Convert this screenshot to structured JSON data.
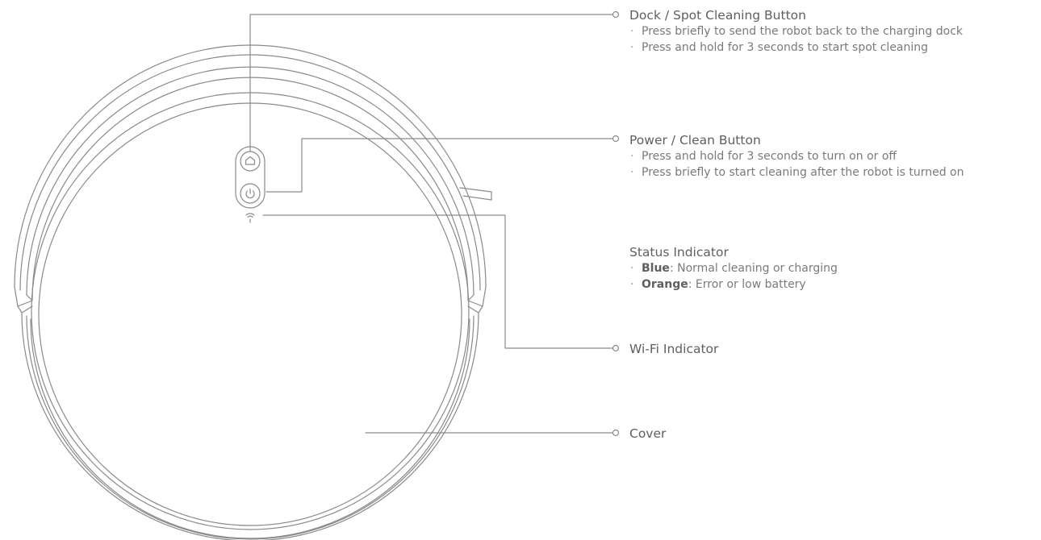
{
  "callouts": {
    "dock": {
      "title": "Dock / Spot Cleaning Button",
      "items": [
        "Press briefly to send the robot back to the charging dock",
        "Press and hold for 3 seconds to start spot cleaning"
      ]
    },
    "power": {
      "title": "Power / Clean Button",
      "items": [
        "Press and hold for 3 seconds to turn on or off",
        "Press briefly to start cleaning after the robot is turned on"
      ]
    },
    "status": {
      "title": "Status Indicator",
      "items": [
        {
          "key": "Blue",
          "text": ": Normal cleaning or charging"
        },
        {
          "key": "Orange",
          "text": ": Error or low battery"
        }
      ]
    },
    "wifi": {
      "title": "Wi-Fi Indicator"
    },
    "cover": {
      "title": "Cover"
    }
  },
  "bullet": "·",
  "colors": {
    "line": "#8a8a8a",
    "text": "#6b6b6b"
  },
  "icons": {
    "dock_button": "home-icon",
    "power_button": "power-icon",
    "wifi": "wifi-icon"
  }
}
